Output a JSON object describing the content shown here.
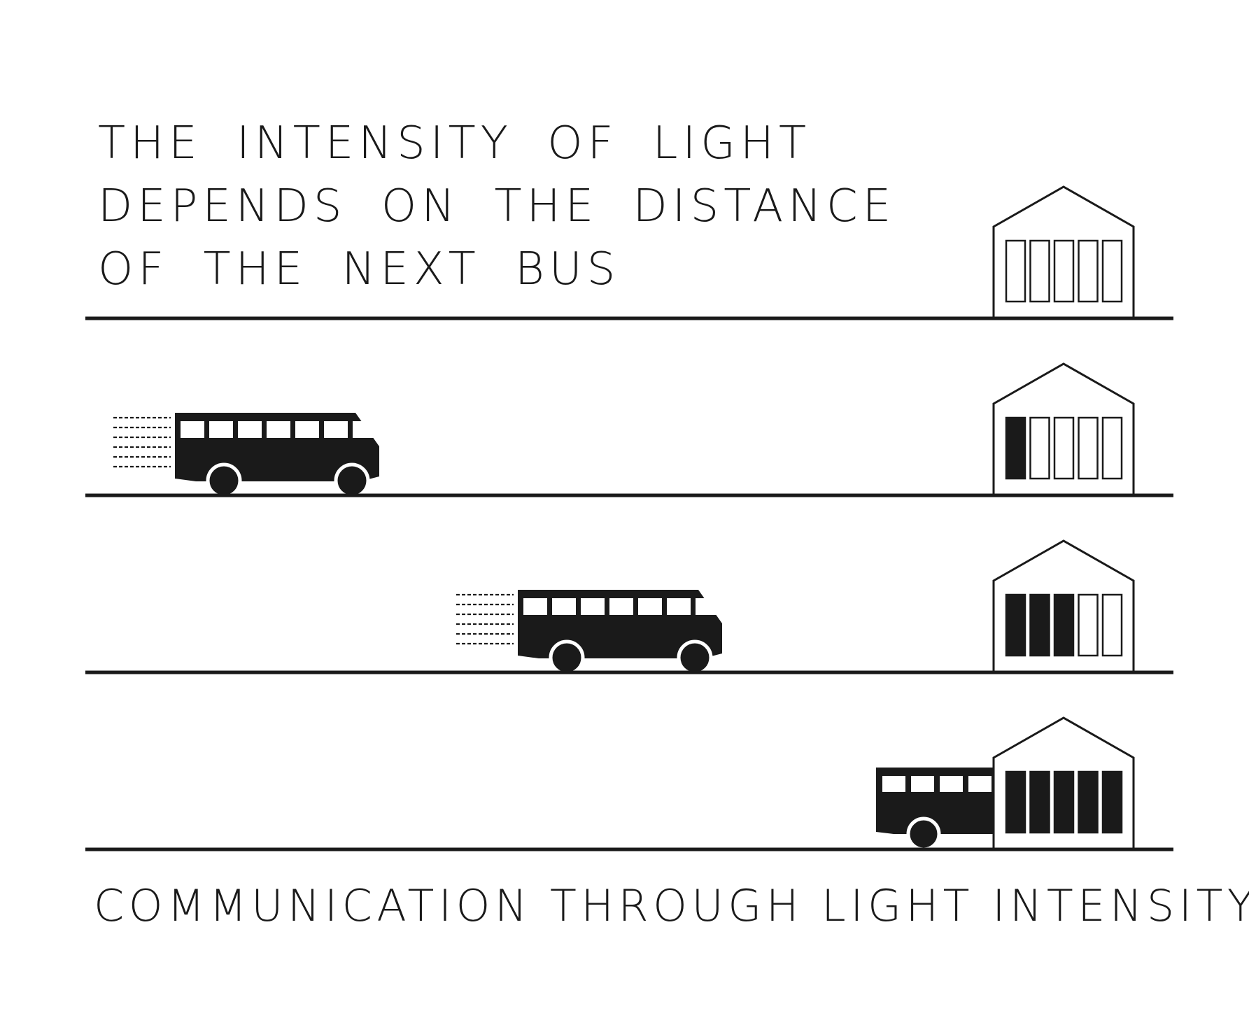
{
  "headline": {
    "line1": "THE INTENSITY OF LIGHT",
    "line2": "DEPENDS ON THE DISTANCE",
    "line3": "OF THE NEXT BUS"
  },
  "caption": "COMMUNICATION THROUGH LIGHT INTENSITY",
  "colors": {
    "ink": "#1a1a1a",
    "background": "#ffffff"
  },
  "scenes": [
    {
      "bus_position": "none",
      "lit_bars": 0,
      "total_bars": 5,
      "motion_lines": false
    },
    {
      "bus_position": "far",
      "lit_bars": 1,
      "total_bars": 5,
      "motion_lines": true
    },
    {
      "bus_position": "middle",
      "lit_bars": 3,
      "total_bars": 5,
      "motion_lines": true
    },
    {
      "bus_position": "arrived",
      "lit_bars": 5,
      "total_bars": 5,
      "motion_lines": false
    }
  ],
  "icons": [
    "bus-icon",
    "bus-stop-shelter-icon",
    "light-bar-icon",
    "motion-lines-icon"
  ]
}
